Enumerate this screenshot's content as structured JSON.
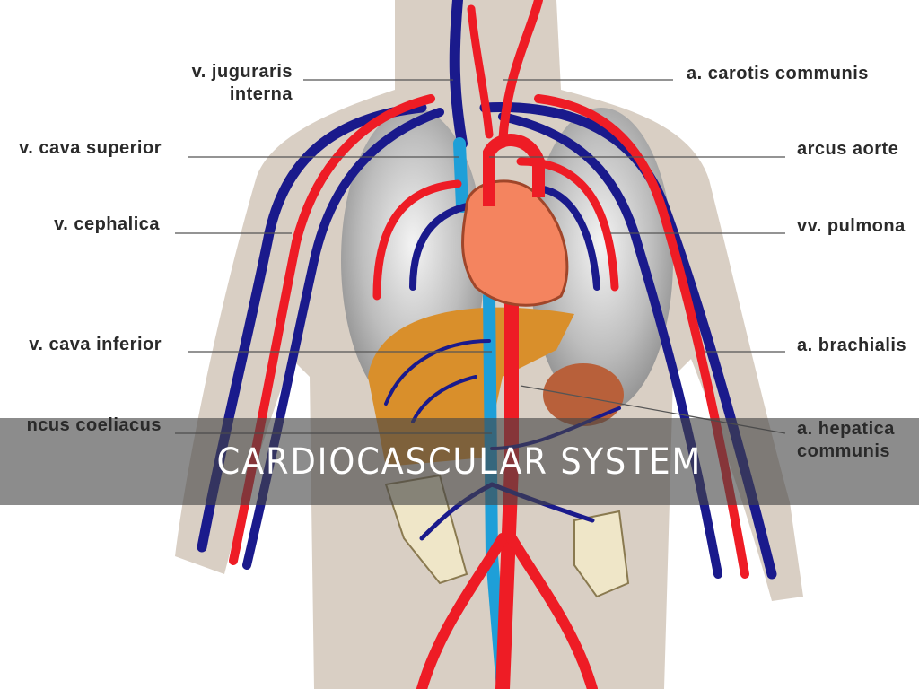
{
  "slide": {
    "title": "CARDIOCASCULAR SYSTEM"
  },
  "diagram": {
    "labels_left": [
      {
        "line1": "v. juguraris",
        "line2": "interna"
      },
      {
        "line1": "v. cava superior"
      },
      {
        "line1": "v. cephalica"
      },
      {
        "line1": "v. cava inferior"
      },
      {
        "line1": "ncus coeliacus"
      }
    ],
    "labels_right": [
      {
        "line1": "a. carotis communis"
      },
      {
        "line1": "arcus aorte"
      },
      {
        "line1": "vv. pulmona"
      },
      {
        "line1": "a. brachialis"
      },
      {
        "line1": "a. hepatica",
        "line2": "communis"
      }
    ],
    "colors": {
      "artery": "#ee1c25",
      "vein": "#1a1a8c",
      "vein_light": "#1e9fd8",
      "heart": "#f4845f",
      "skin": "#d9cfc4",
      "liver": "#d98f2b"
    }
  }
}
